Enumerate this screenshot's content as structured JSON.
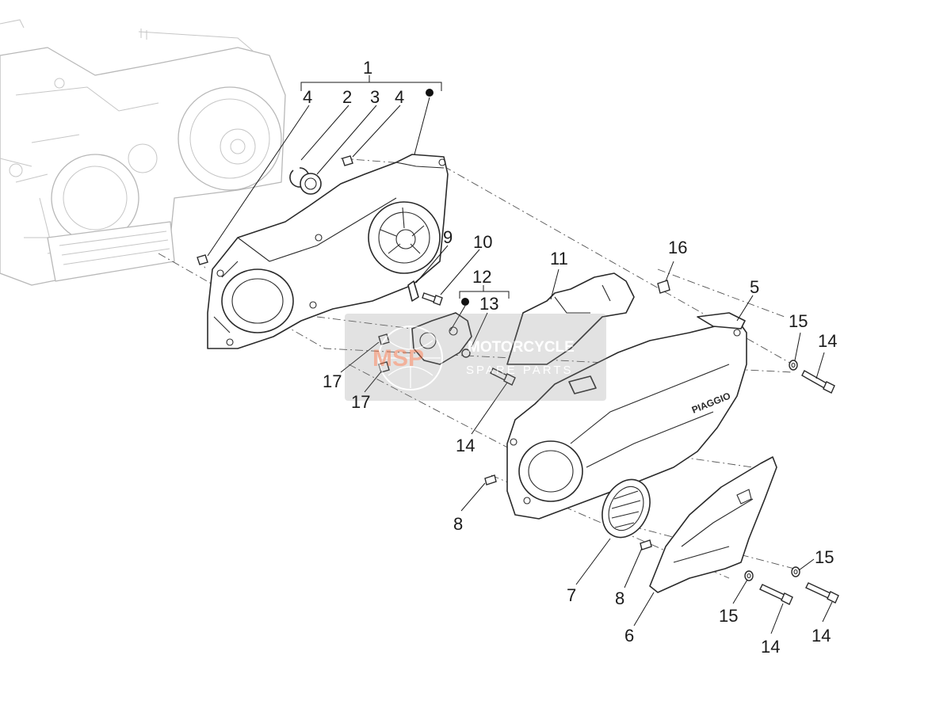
{
  "labels": {
    "p1": "1",
    "p2": "2",
    "p3": "3",
    "p4a": "4",
    "p4b": "4",
    "p5": "5",
    "p6": "6",
    "p7": "7",
    "p8a": "8",
    "p8b": "8",
    "p9": "9",
    "p10": "10",
    "p11": "11",
    "p12": "12",
    "p13": "13",
    "p14a": "14",
    "p14b": "14",
    "p14c": "14",
    "p14d": "14",
    "p15a": "15",
    "p15b": "15",
    "p15c": "15",
    "p16": "16",
    "p17a": "17",
    "p17b": "17"
  },
  "watermark": {
    "logo": "MSP",
    "line1": "MOTORCYCLE",
    "line2": "SPARE PARTS"
  },
  "cover_brand": "PIAGGIO",
  "colors": {
    "accent": "#e8734a",
    "watermark_bg": "#8c8c8c"
  }
}
